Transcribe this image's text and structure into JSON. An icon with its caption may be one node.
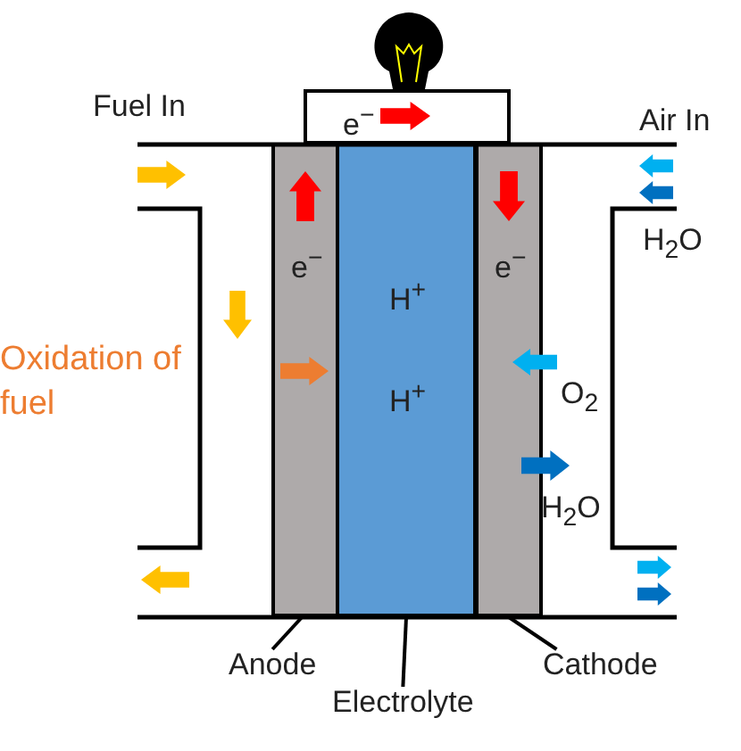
{
  "diagram": {
    "nodes": [
      {
        "text": [
          "e$^{−}$"
        ]
      },
      {
        "text": [
          "e$^{−}$"
        ]
      },
      {
        "text": [
          "H$^{+}$",
          "H$^{+}$"
        ]
      },
      {
        "text": [
          "e$^{−}$"
        ]
      },
      {
        "text": [
          "Anode"
        ]
      },
      {
        "text": [
          "Electrolyte"
        ]
      },
      {
        "text": [
          "Cathode"
        ]
      }
    ],
    "edges": [
      {
        "from": 4,
        "to": 1,
        "arrow": "none"
      },
      {
        "from": 5,
        "to": 2,
        "arrow": "none"
      },
      {
        "from": 6,
        "to": 3,
        "arrow": "none"
      }
    ],
    "labels": [
      "Fuel In",
      "Air In",
      "H$_{2}$O",
      "Oxidation of fuel",
      "O$_{2}$",
      "H$_{2}$O"
    ]
  }
}
